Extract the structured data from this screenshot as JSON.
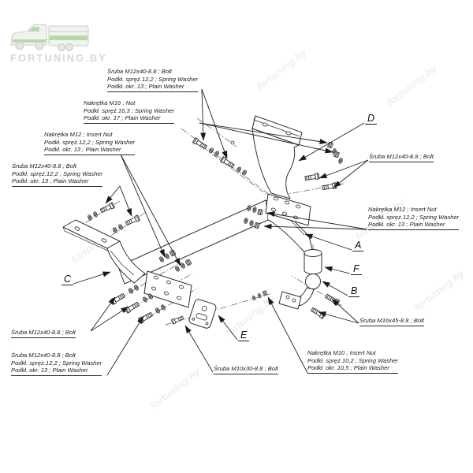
{
  "brand": {
    "name": "FORTUNING.BY"
  },
  "watermark": "fortuning.by",
  "colors": {
    "line": "#2e2e2e",
    "label_text": "#1b1b1b",
    "logo_gray": "#d6d9d5",
    "logo_green": "#8fc972",
    "watermark": "#8fa28f",
    "background": "#ffffff"
  },
  "part_letters": {
    "a": "A",
    "b": "B",
    "c": "C",
    "d": "D",
    "e": "E",
    "f": "F"
  },
  "labels": {
    "bolt_m12_top": {
      "lines": [
        "Śruba M12x40-8.8 ;  Bolt",
        "Podkł. spręż.12,2 ; Spring Washer",
        "Podkł. okr. 13 ; Plain Washer"
      ]
    },
    "nut_m16": {
      "lines": [
        "Nakrętka  M16 ; Nut",
        "Podkł. spręż.16,3 ; Spring Washer",
        "Podkł. okr. 17 ; Plain Washer"
      ]
    },
    "nut_m12_left": {
      "lines": [
        "Nakrętka  M12 ; Insert Nut",
        "Podkł. spręż.12,2 ; Spring Washer",
        "Podkł. okr. 13 ; Plain Washer"
      ]
    },
    "bolt_m12_left": {
      "lines": [
        "Śruba M12x40-8.8 ;  Bolt",
        "Podkł. spręż.12,2 ; Spring Washer",
        "Podkł. okr. 13 ; Plain Washer"
      ]
    },
    "bolt_m12_right": {
      "lines": [
        "Śruba M12x40-8.8 ;  Bolt"
      ]
    },
    "nut_m12_right": {
      "lines": [
        "Nakrętka  M12 ; Insert Nut",
        "Podkł. spręż.12,2 ; Spring Washer",
        "Podkł. okr. 13 ; Plain Washer"
      ]
    },
    "bolt_m16": {
      "lines": [
        "Śruba M16x45-8.8 ;  Bolt"
      ]
    },
    "bolt_m12_bl1": {
      "lines": [
        "Śruba M12x40-8.8 ;  Bolt"
      ]
    },
    "bolt_m12_bl2": {
      "lines": [
        "Śruba M12x40-8.8 ;  Bolt",
        "Podkł. spręż.12,2 ; Spring Washer",
        "Podkł. okr. 13 ; Plain Washer"
      ]
    },
    "bolt_m10": {
      "lines": [
        "Śruba M10x30-8.8 ;  Bolt"
      ]
    },
    "nut_m10": {
      "lines": [
        "Nakrętka  M10 ; Insert Nut",
        "Podkł. spręż.10,2 ; Spring Washer",
        "Podkł. okr. 10,5 ; Plain Washer"
      ]
    }
  }
}
